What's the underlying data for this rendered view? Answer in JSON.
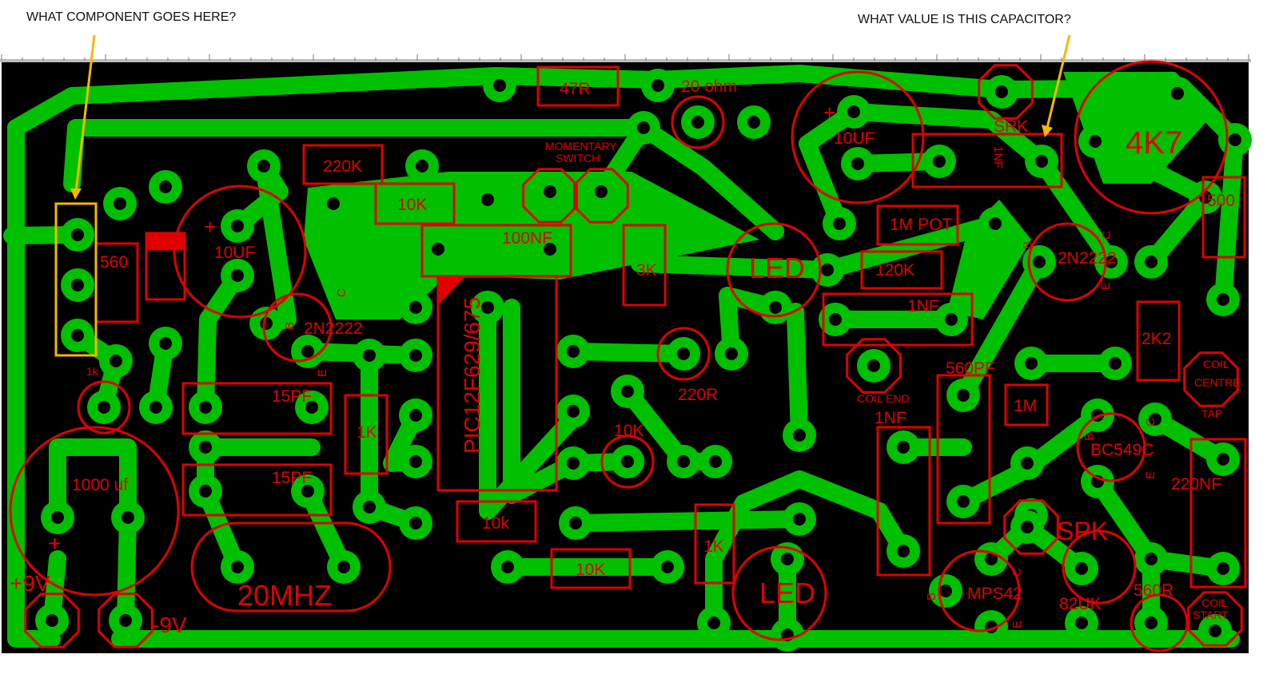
{
  "annotations": {
    "component_question": "WHAT COMPONENT GOES HERE?",
    "capacitor_question": "WHAT VALUE IS THIS CAPACITOR?"
  },
  "colors": {
    "board": "#000000",
    "copper": "#00c000",
    "silkscreen": "#e00000",
    "annotation": "#f5b800"
  },
  "labels": [
    "47R",
    "20 ohm",
    "220K",
    "10K",
    "MOMENTARY",
    "SWITCH",
    "100NF",
    "560",
    "10UF",
    "2N2222",
    "B",
    "C",
    "E",
    "PIC12F629/675",
    "3K",
    "LED",
    "10UF",
    "SRK",
    "1NF",
    "4K7",
    "500",
    "1M POT",
    "120K",
    "2N2222",
    "B",
    "C",
    "E",
    "1NF",
    "1k",
    "15PF",
    "15PF",
    "1K",
    "220R",
    "COIL END",
    "560PF",
    "1NF",
    "1M",
    "2K2",
    "COIL",
    "CENTRE",
    "TAP",
    "BC549C",
    "B",
    "C",
    "E",
    "10K",
    "1000 uf",
    "+",
    "10k",
    "220NF",
    "SPK",
    "1K",
    "10K",
    "20MHZ",
    "LED",
    "MPS42",
    "B",
    "C",
    "E",
    "82UK",
    "560R",
    "COIL",
    "START",
    "+9V",
    "-9V",
    "+",
    "+"
  ]
}
